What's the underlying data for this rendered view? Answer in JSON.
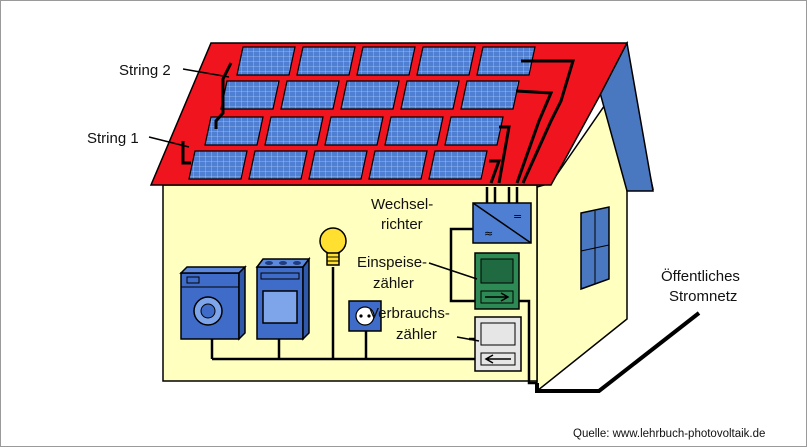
{
  "labels": {
    "string2": "String 2",
    "string1": "String 1",
    "wechselrichter_1": "Wechsel-",
    "wechselrichter_2": "richter",
    "einspeise_1": "Einspeise-",
    "einspeise_2": "zähler",
    "verbrauchs_1": "Verbrauchs-",
    "verbrauchs_2": "zähler",
    "netz_1": "Öffentliches",
    "netz_2": "Stromnetz"
  },
  "source": "Quelle: www.lehrbuch-photovoltaik.de",
  "inverter_symbols": {
    "top": "=",
    "bottom": "≈"
  },
  "colors": {
    "roof": "#f0141e",
    "roof_side": "#4a78c0",
    "wall": "#ffffc0",
    "panel": "#4f7fd2",
    "panel_grid": "#9cc0f2",
    "appliance": "#3f6cc8",
    "meter_feed": "#2e8a55",
    "meter_use": "#e6e6e6",
    "bulb": "#ffe030",
    "cable": "#000000"
  },
  "icons": [
    "solar-panel",
    "inverter",
    "feed-in-meter",
    "consumption-meter",
    "washing-machine",
    "stove",
    "light-bulb",
    "power-socket",
    "window"
  ]
}
